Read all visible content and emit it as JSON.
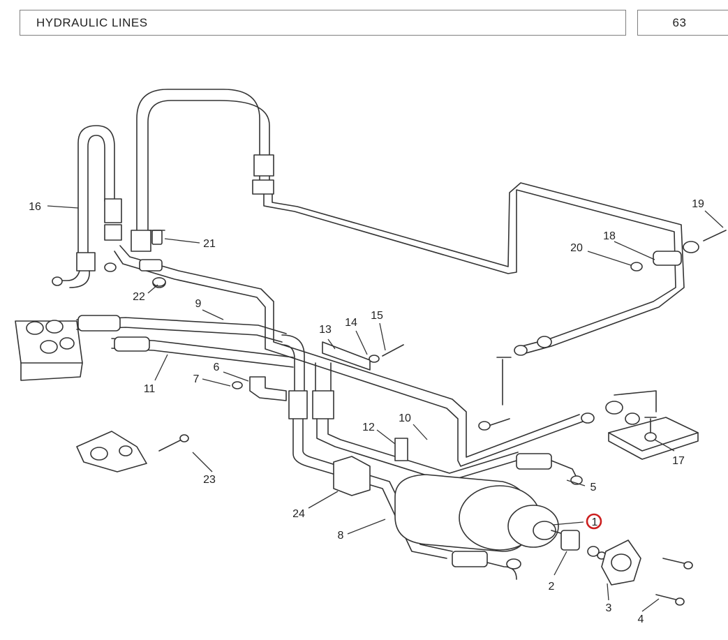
{
  "header": {
    "title": "HYDRAULIC LINES",
    "page_number": "63"
  },
  "callouts": [
    "1",
    "2",
    "3",
    "4",
    "5",
    "6",
    "7",
    "8",
    "9",
    "10",
    "11",
    "12",
    "13",
    "14",
    "15",
    "16",
    "17",
    "18",
    "19",
    "20",
    "21",
    "22",
    "23",
    "24"
  ],
  "highlighted_callout": "1",
  "highlight_color": "#cc1f1f"
}
